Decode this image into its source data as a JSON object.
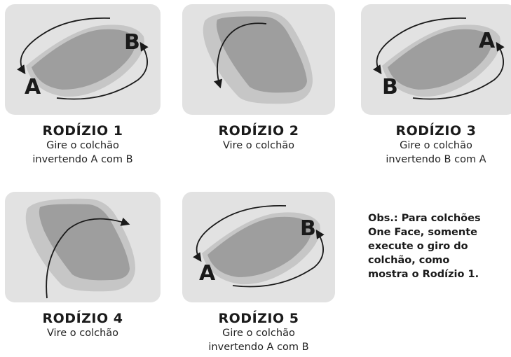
{
  "rotations": [
    {
      "title": "RODÍZIO 1",
      "line1": "Gire o colchão",
      "line2": "invertendo A com B",
      "label_a": "A",
      "label_b": "B"
    },
    {
      "title": "RODÍZIO 2",
      "line1": "Vire o  colchão",
      "line2": ""
    },
    {
      "title": "RODÍZIO 3",
      "line1": "Gire o colchão",
      "line2": "invertendo B com A",
      "label_a": "A",
      "label_b": "B"
    },
    {
      "title": "RODÍZIO 4",
      "line1": "Vire o colchão",
      "line2": ""
    },
    {
      "title": "RODÍZIO 5",
      "line1": "Gire o colchão",
      "line2": "invertendo A com B",
      "label_a": "A",
      "label_b": "B"
    }
  ],
  "note": {
    "line1": "Obs.: Para colchões",
    "line2": "One Face, somente",
    "line3": "execute o giro do",
    "line4": "colchão, como",
    "line5": "mostra o Rodízio 1."
  },
  "colors": {
    "card_bg": "#e2e2e2",
    "mattress_outer": "#c6c6c6",
    "mattress_inner": "#9e9e9e",
    "arrow": "#1a1a1a"
  }
}
